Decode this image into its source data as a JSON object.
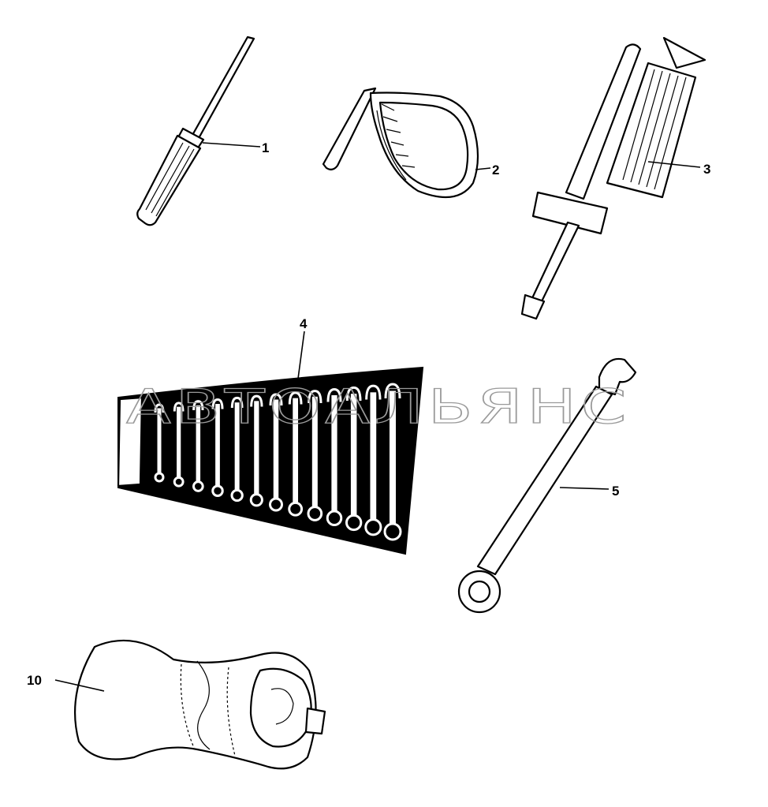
{
  "watermark": "АВТОАЛЬЯНС",
  "callouts": [
    {
      "id": "screwdriver",
      "label": "1"
    },
    {
      "id": "filter-wrench",
      "label": "2"
    },
    {
      "id": "grease-gun",
      "label": "3"
    },
    {
      "id": "wrench-set",
      "label": "4"
    },
    {
      "id": "combination-wrench",
      "label": "5"
    },
    {
      "id": "tool-bag",
      "label": "10"
    }
  ],
  "colors": {
    "ink": "#000000",
    "paper": "#ffffff",
    "watermark": "#9a9a9a"
  },
  "wrench_set_count": 13
}
